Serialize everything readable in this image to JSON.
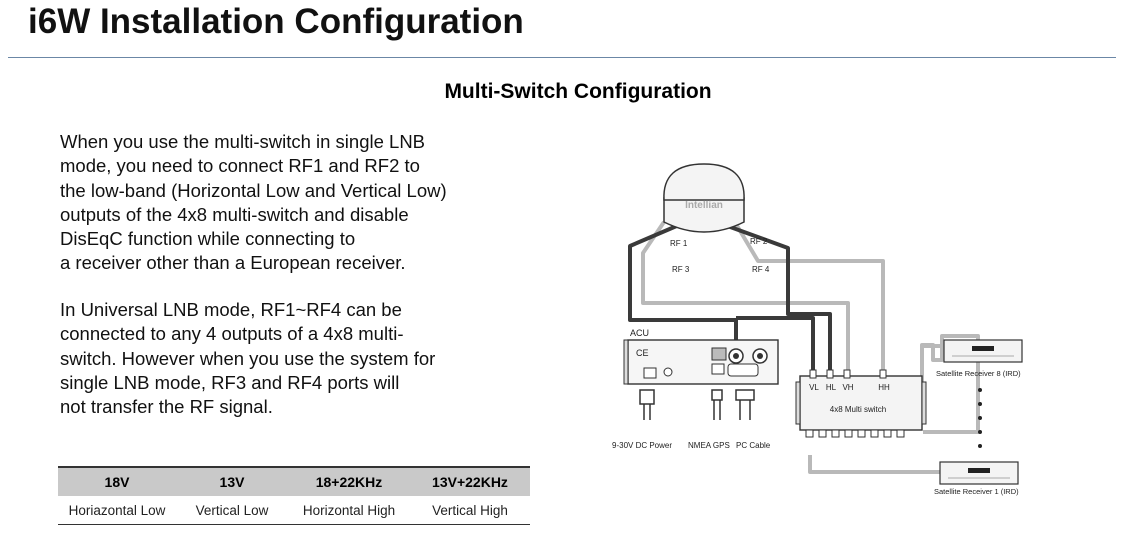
{
  "page": {
    "title": "i6W Installation Configuration",
    "section_heading": "Multi-Switch Configuration"
  },
  "paragraphs": [
    {
      "lines": [
        "When you use the multi-switch in single LNB",
        "mode, you need to connect RF1 and RF2 to",
        "the low-band (Horizontal Low and Vertical Low)",
        "outputs of the 4x8 multi-switch and disable",
        "DisEqC function while connecting to",
        "a receiver other than a European receiver."
      ]
    },
    {
      "lines": [
        "In Universal LNB mode, RF1~RF4 can be",
        "connected to any 4 outputs of a 4x8 multi-",
        "switch. However when you use the system for",
        "single LNB mode, RF3 and RF4 ports will",
        "not transfer the RF signal."
      ]
    }
  ],
  "mode_table": {
    "headers": [
      "18V",
      "13V",
      "18+22KHz",
      "13V+22KHz"
    ],
    "row": [
      "Horiazontal Low",
      "Vertical Low",
      "Horizontal High",
      "Vertical High"
    ]
  },
  "diagram": {
    "antenna_brand": "Intellian",
    "rf_labels": [
      "RF 1",
      "RF 2",
      "RF 3",
      "RF 4"
    ],
    "acu_label": "ACU",
    "acu_marks": [
      "CE"
    ],
    "switch_inputs": [
      "VL",
      "HL",
      "VH",
      "HH"
    ],
    "switch_label": "4x8 Multi switch",
    "receivers": [
      "Satellite Receiver 8 (IRD)",
      "Satellite Receiver 1 (IRD)"
    ],
    "cable_labels": [
      "9-30V DC Power",
      "NMEA GPS",
      "PC Cable"
    ],
    "colors": {
      "dark_cable": "#3a3a3a",
      "light_cable": "#b9b9b9",
      "outline": "#333333"
    }
  }
}
